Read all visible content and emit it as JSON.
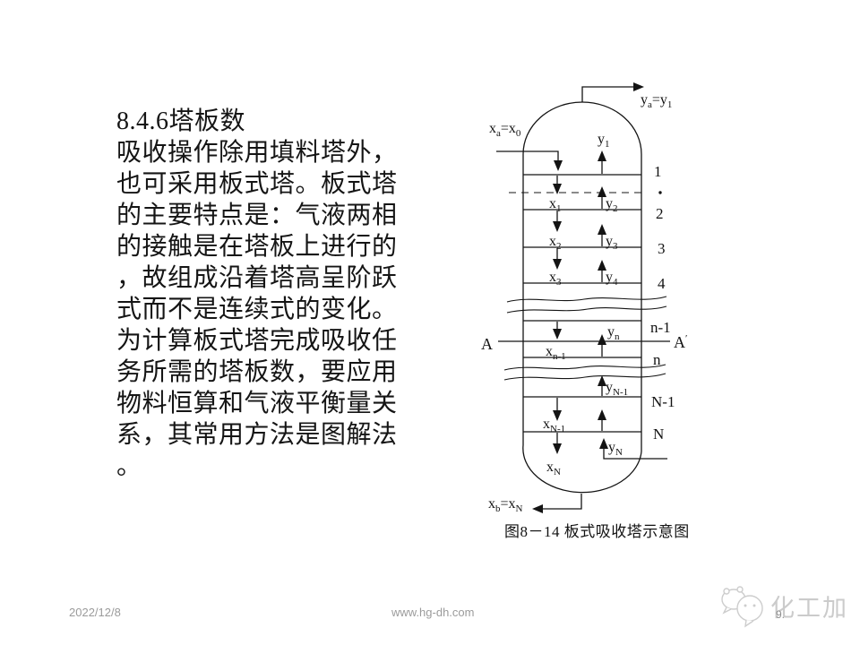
{
  "slide": {
    "heading": "8.4.6塔板数",
    "body": "吸收操作除用填料塔外，\n也可采用板式塔。板式塔\n的主要特点是：气液两相\n的接触是在塔板上进行的\n，故组成沿着塔高呈阶跃\n式而不是连续式的变化。\n为计算板式塔完成吸收任\n务所需的塔板数，要应用\n物料恒算和气液平衡量关\n系，其常用方法是图解法\n。"
  },
  "figure": {
    "caption": "图8－14 板式吸收塔示意图",
    "labels": {
      "ya_y1": {
        "m1": "y",
        "s1": "a",
        "m2": "=y",
        "s2": "1"
      },
      "xa_x0": {
        "m1": "x",
        "s1": "a",
        "m2": "=x",
        "s2": "0"
      },
      "xb_xN": {
        "m1": "x",
        "s1": "b",
        "m2": "=x",
        "s2": "N"
      },
      "y1": {
        "m": "y",
        "s": "1"
      },
      "x1": {
        "m": "x",
        "s": "1"
      },
      "y2": {
        "m": "y",
        "s": "2"
      },
      "x2": {
        "m": "x",
        "s": "2"
      },
      "y3": {
        "m": "y",
        "s": "3"
      },
      "x3": {
        "m": "x",
        "s": "3"
      },
      "y4": {
        "m": "y",
        "s": "4"
      },
      "yn": {
        "m": "y",
        "s": "n"
      },
      "xn_1": {
        "m": "x",
        "s": "n-1"
      },
      "yN_1": {
        "m": "y",
        "s": "N-1"
      },
      "xN_1": {
        "m": "x",
        "s": "N-1"
      },
      "yN": {
        "m": "y",
        "s": "N"
      },
      "xN": {
        "m": "x",
        "s": "N"
      },
      "a_left": "A",
      "a_right": "A",
      "a_prime": "′"
    },
    "stages": {
      "n1": "1",
      "n2": "2",
      "n3": "3",
      "n4": "4",
      "nn1": "n-1",
      "nn": "n",
      "nN1": "N-1",
      "nN": "N"
    }
  },
  "footer": {
    "date": "2022/12/8",
    "url": "www.hg-dh.com",
    "page": "9."
  },
  "watermark": {
    "brand": "化工加"
  }
}
